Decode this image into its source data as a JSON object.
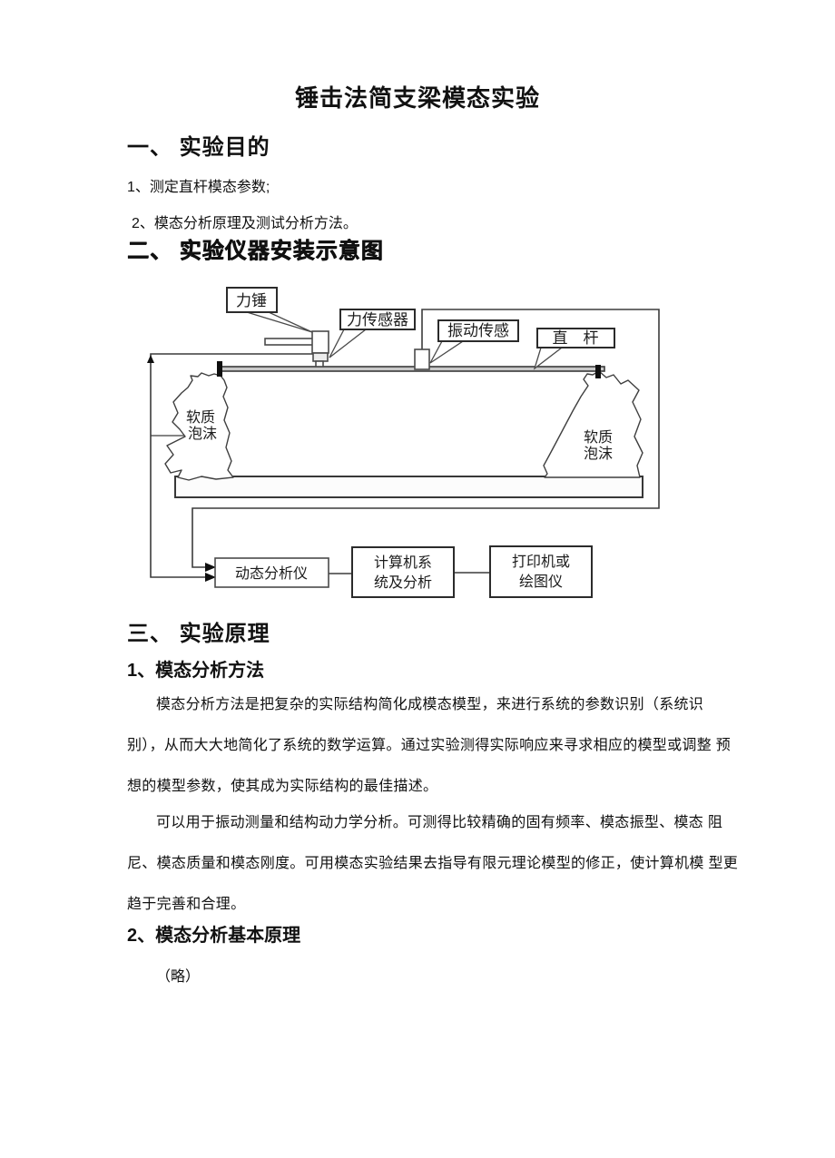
{
  "page": {
    "title": "锤击法简支梁模态实验"
  },
  "section1": {
    "heading": "一、 实验目的",
    "item1": "1、测定直杆模态参数;",
    "item2": "2、模态分析原理及测试分析方法。"
  },
  "section2": {
    "heading": "二、 实验仪器安装示意图"
  },
  "section3": {
    "heading": "三、 实验原理",
    "sub1": {
      "heading": "1、模态分析方法",
      "para1": [
        "模态分析方法是把复杂的实际结构简化成模态模型，来进行系统的参数识别（系统识",
        "别），从而大大地简化了系统的数学运算。通过实验测得实际响应来寻求相应的模型或调整 预",
        "想的模型参数，使其成为实际结构的最佳描述。"
      ],
      "para2": [
        "可以用于振动测量和结构动力学分析。可测得比较精确的固有频率、模态振型、模态 阻",
        "尼、模态质量和模态刚度。可用模态实验结果去指导有限元理论模型的修正，使计算机模 型更",
        "趋于完善和合理。"
      ]
    },
    "sub2": {
      "heading": "2、模态分析基本原理",
      "note": "（略）"
    }
  },
  "diagram": {
    "labels": {
      "hammer": "力锤",
      "force_sensor": "力传感器",
      "vibration_sensor": "振动传感",
      "rod": "直　杆",
      "foam_left_1": "软质",
      "foam_left_2": "泡沫",
      "foam_right_1": "软质",
      "foam_right_2": "泡沫",
      "analyzer": "动态分析仪",
      "computer_1": "计算机系",
      "computer_2": "统及分析",
      "printer_1": "打印机或",
      "printer_2": "绘图仪"
    },
    "line_color": "#3c3c3c",
    "text_color": "#1c1c1c"
  }
}
